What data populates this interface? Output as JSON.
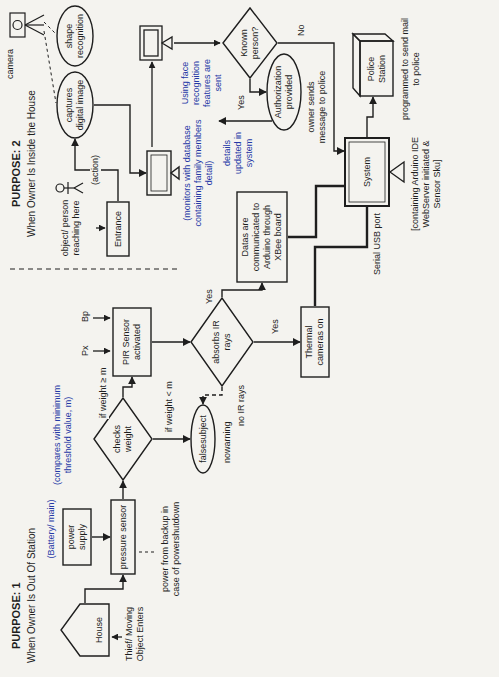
{
  "diagram": {
    "nodes": [
      {
        "text": [
          "House"
        ]
      },
      {
        "text": [
          "power supply"
        ]
      },
      {
        "text": [
          "pressure sensor"
        ]
      },
      {
        "text": [
          "checks weight"
        ]
      },
      {
        "text": [
          "falsesubject"
        ]
      },
      {
        "text": [
          "PIR Sensor activated"
        ]
      },
      {
        "text": [
          "absorbs IR rays"
        ]
      },
      {
        "text": [
          "Thermal cameras on"
        ]
      },
      {
        "text": [
          "Datas are communicated to Arduino through XBee board"
        ]
      },
      {
        "text": [
          "System"
        ]
      },
      {
        "text": [
          "Police Station"
        ]
      },
      {
        "text": [
          "Entrance"
        ]
      },
      {
        "text": [
          "captures digital image"
        ]
      },
      {
        "text": [
          "shape recognition"
        ]
      },
      {
        "text": [
          "(monitors with database containing family members detail)"
        ]
      },
      {
        "text": [
          "Known person?"
        ]
      },
      {
        "text": [
          "Authorization provided"
        ]
      }
    ],
    "edges": [
      {
        "from": 0,
        "to": 2,
        "arrow": "to"
      },
      {
        "from": 1,
        "to": 2,
        "arrow": "to"
      },
      {
        "from": 2,
        "to": 3,
        "arrow": "to"
      },
      {
        "from": 3,
        "to": 5,
        "label": "if weight ≥ m",
        "arrow": "to"
      },
      {
        "from": 3,
        "to": 4,
        "label": "if weight < m",
        "arrow": "to"
      },
      {
        "from": 5,
        "to": 6,
        "arrow": "to"
      },
      {
        "from": 6,
        "to": 4,
        "label": "no IR rays",
        "arrow": "to"
      },
      {
        "from": 6,
        "to": 8,
        "label": "Yes",
        "arrow": "to"
      },
      {
        "from": 6,
        "to": 7,
        "label": "Yes",
        "arrow": "to"
      },
      {
        "from": 7,
        "to": 9,
        "arrow": "none"
      },
      {
        "from": 8,
        "to": 9,
        "arrow": "none"
      },
      {
        "from": 9,
        "to": 10,
        "label": "programmed to send mail to police",
        "arrow": "to"
      },
      {
        "from": 11,
        "to": 12,
        "label": "(action)",
        "arrow": "to"
      },
      {
        "from": 12,
        "to": 14,
        "arrow": "to"
      },
      {
        "from": 15,
        "to": 16,
        "label": "Yes",
        "arrow": "to"
      },
      {
        "from": 16,
        "to": 14,
        "label": "details updated in system",
        "arrow": "to"
      },
      {
        "from": 15,
        "to": 9,
        "label": "No",
        "arrow": "to"
      }
    ],
    "labels": [
      "PURPOSE: 1",
      "When Owner Is Out Of Station",
      "Thief/ Moving Object Enters",
      "(Battery/ main)",
      "power from backup in case of powershutdown",
      "(compares with minimum threshold value, m)",
      "Px",
      "Bp",
      "nowarning",
      "Serial USB port",
      "[containing Arduino IDE WebServer initiated & Sensor Sku]",
      "PURPOSE: 2",
      "When Owner Is Inside the House",
      "camera",
      "object/ person reaching here",
      "Using face recognition features are sent",
      "owner sends message to police"
    ]
  }
}
